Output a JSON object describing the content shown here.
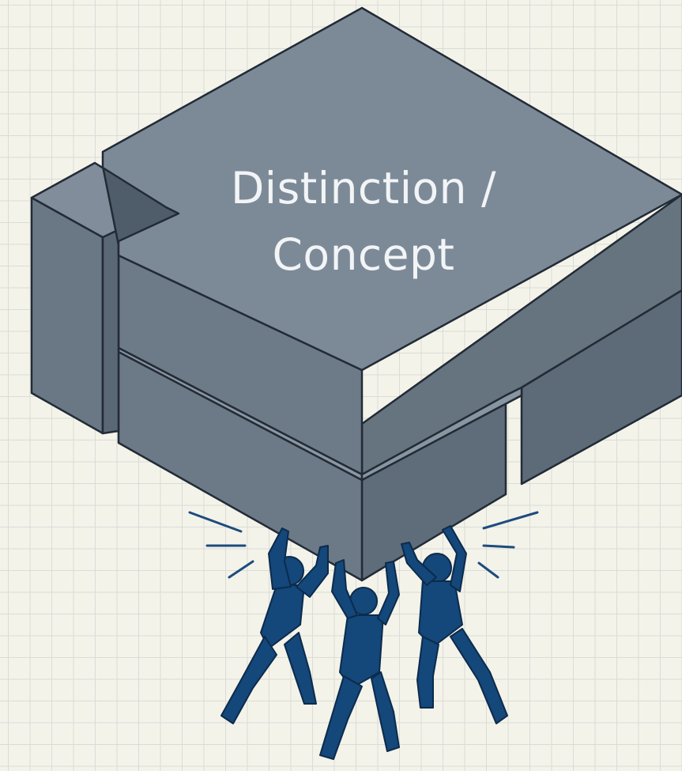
{
  "block": {
    "label_line1": "Distinction /",
    "label_line2": "Concept"
  },
  "figures": {
    "count": 3,
    "color": "#14477a"
  },
  "colors": {
    "background": "#f4f3ea",
    "grid": "#d9dcd7",
    "block_top": "#7c8a98",
    "block_left": "#6c7a88",
    "block_right": "#5d6b79",
    "outline": "#222b36"
  }
}
